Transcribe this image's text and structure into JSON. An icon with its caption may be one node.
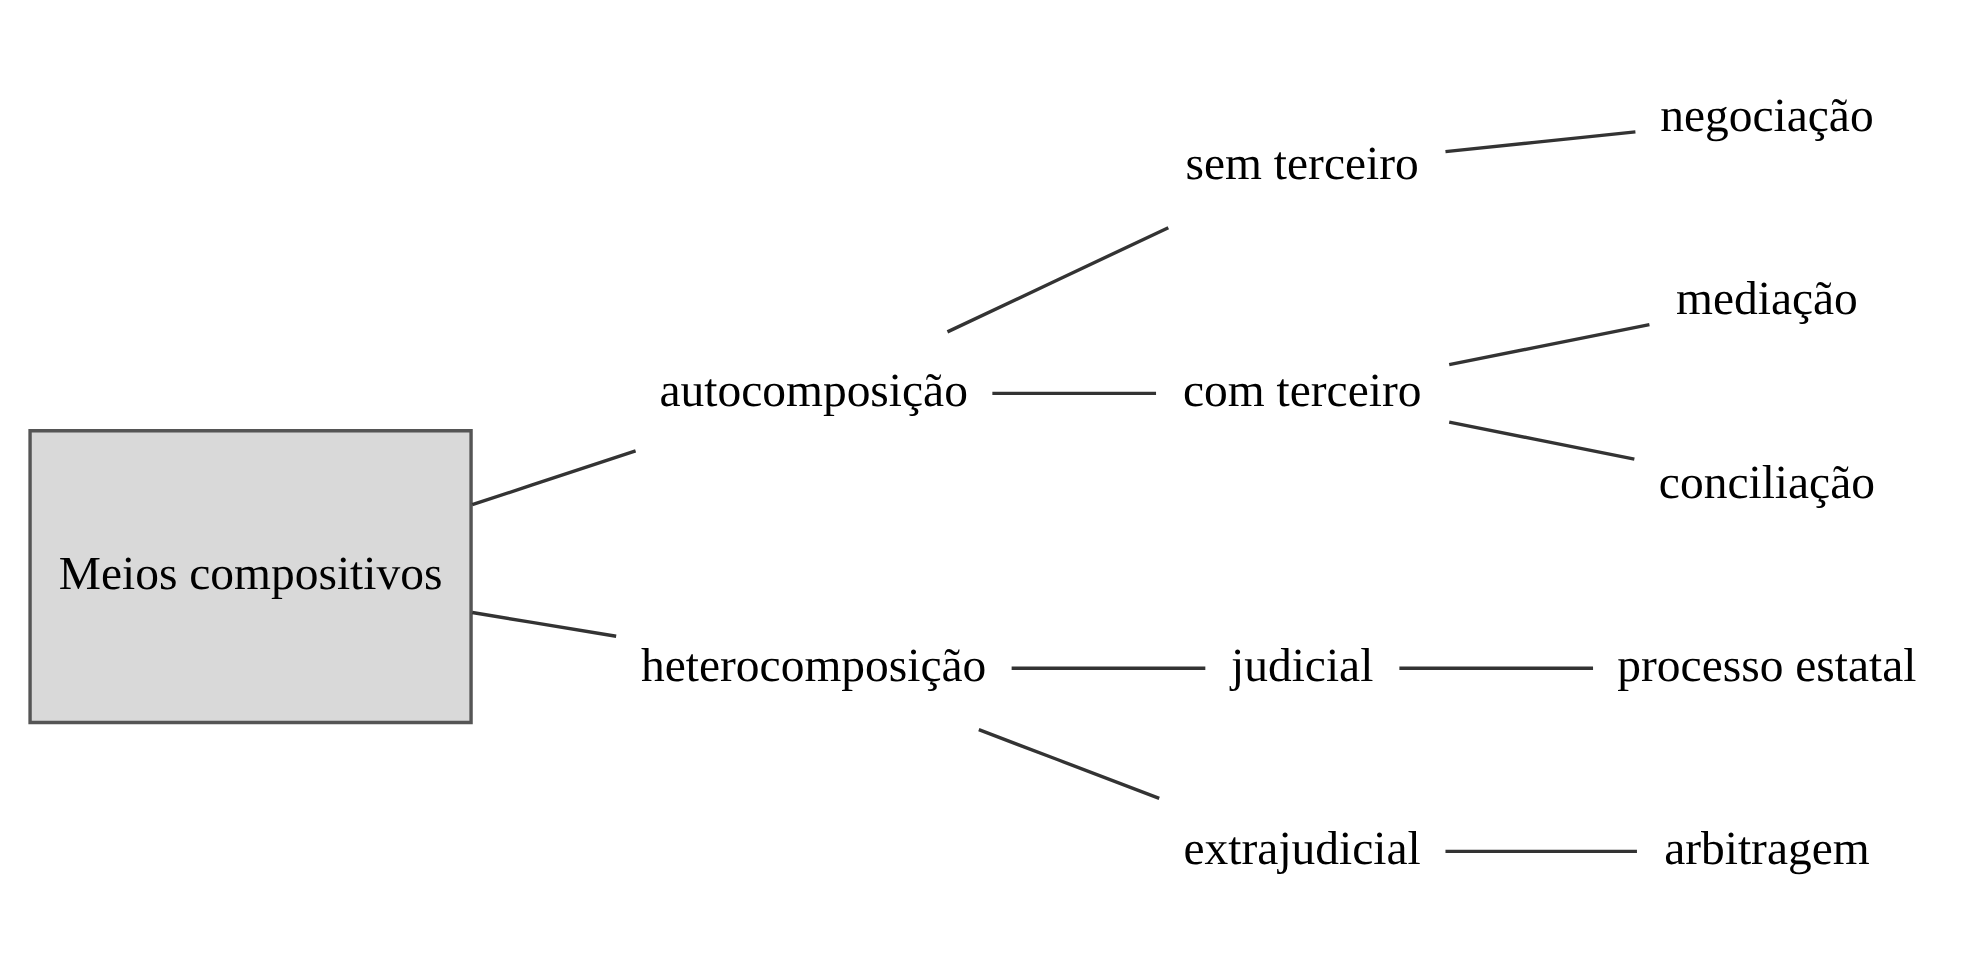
{
  "diagram": {
    "nodes": [
      {
        "text": [
          "Meios compositivos"
        ]
      },
      {
        "text": [
          "autocomposição"
        ]
      },
      {
        "text": [
          "heterocomposição"
        ]
      },
      {
        "text": [
          "sem terceiro"
        ]
      },
      {
        "text": [
          "com terceiro"
        ]
      },
      {
        "text": [
          "negociação"
        ]
      },
      {
        "text": [
          "mediação"
        ]
      },
      {
        "text": [
          "conciliação"
        ]
      },
      {
        "text": [
          "judicial"
        ]
      },
      {
        "text": [
          "extrajudicial"
        ]
      },
      {
        "text": [
          "processo estatal"
        ]
      },
      {
        "text": [
          "arbitragem"
        ]
      }
    ],
    "edges": [
      {
        "from": 0,
        "to": 1,
        "arrow": "none"
      },
      {
        "from": 0,
        "to": 2,
        "arrow": "none"
      },
      {
        "from": 1,
        "to": 3,
        "arrow": "none"
      },
      {
        "from": 1,
        "to": 4,
        "arrow": "none"
      },
      {
        "from": 3,
        "to": 5,
        "arrow": "none"
      },
      {
        "from": 4,
        "to": 6,
        "arrow": "none"
      },
      {
        "from": 4,
        "to": 7,
        "arrow": "none"
      },
      {
        "from": 2,
        "to": 8,
        "arrow": "none"
      },
      {
        "from": 2,
        "to": 9,
        "arrow": "none"
      },
      {
        "from": 8,
        "to": 10,
        "arrow": "none"
      },
      {
        "from": 9,
        "to": 11,
        "arrow": "none"
      }
    ]
  }
}
